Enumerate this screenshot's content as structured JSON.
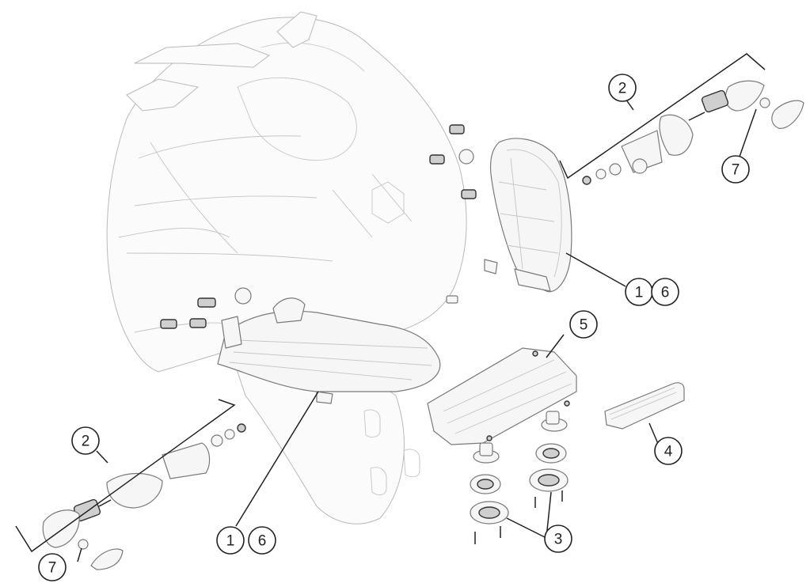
{
  "callouts": {
    "c1_upper": "1",
    "c6_upper": "6",
    "c2_upper": "2",
    "c7_upper": "7",
    "c5": "5",
    "c4": "4",
    "c2_lower": "2",
    "c7_lower": "7",
    "c1_lower": "1",
    "c6_lower": "6",
    "c3": "3"
  }
}
